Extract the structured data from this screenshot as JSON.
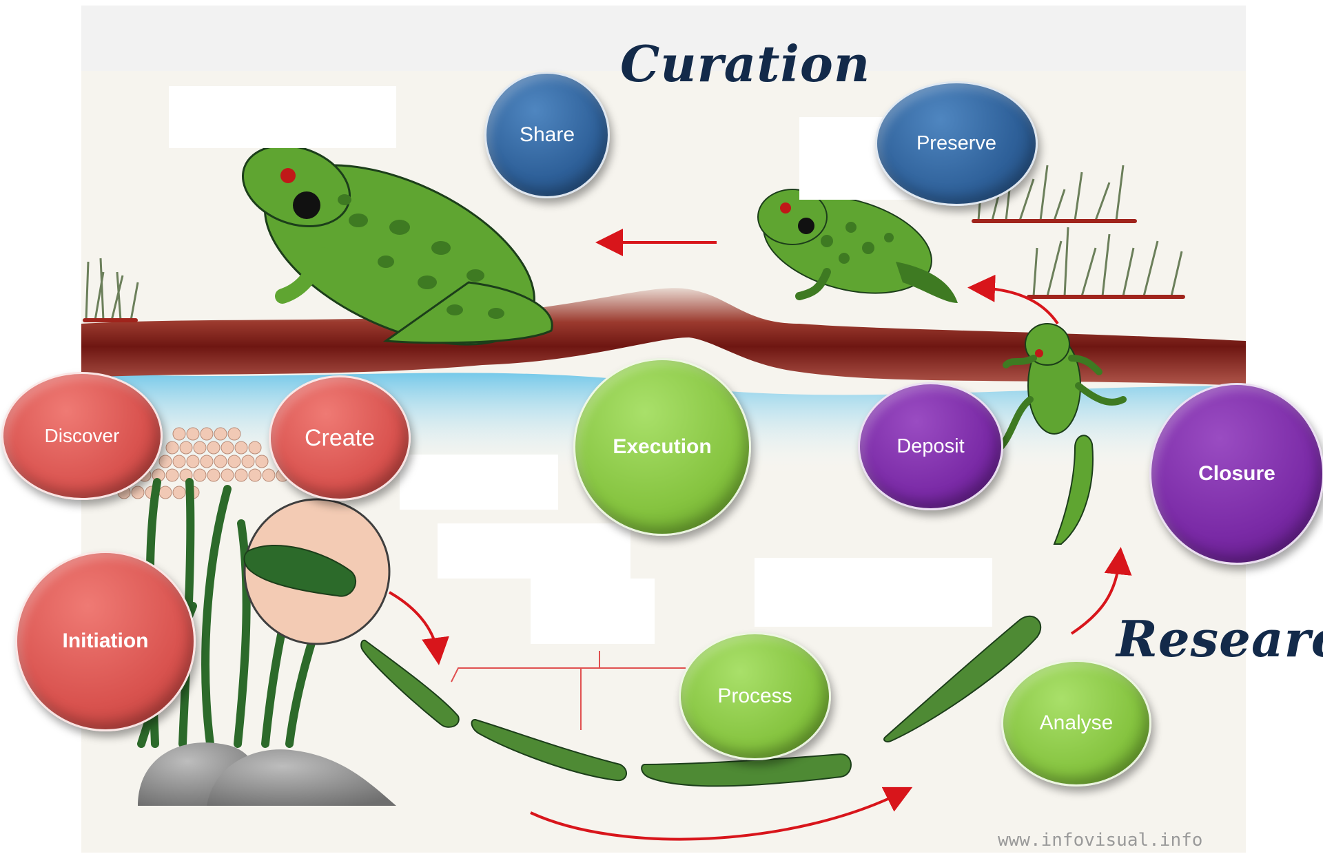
{
  "headings": {
    "top": "Curation",
    "right": "Research"
  },
  "stages": {
    "discover": "Discover",
    "create": "Create",
    "initiation": "Initiation",
    "share": "Share",
    "preserve": "Preserve",
    "execution": "Execution",
    "deposit": "Deposit",
    "closure": "Closure",
    "process": "Process",
    "analyse": "Analyse"
  },
  "credit": "www.infovisual.info",
  "colors": {
    "initiation_stage": "#d9534f",
    "curation_stage": "#2e6099",
    "execution_stage": "#86c440",
    "closure_stage": "#7a2aa6",
    "cycle_arrow": "#d8151b",
    "frog_green": "#5fa531",
    "soil": "#7a1c18",
    "water": "#9ad4ea"
  }
}
